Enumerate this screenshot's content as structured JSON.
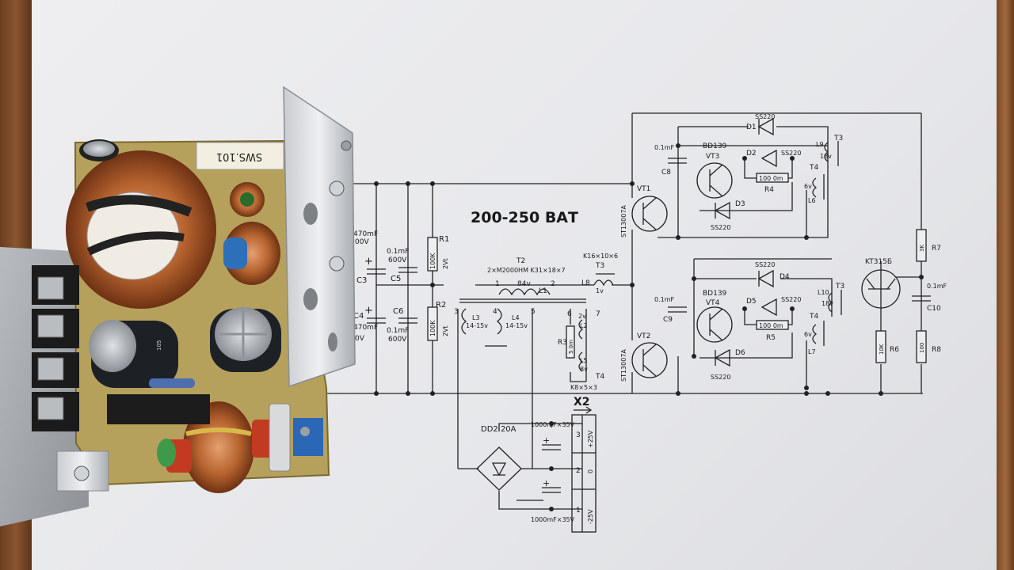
{
  "title": "200-250 ВАТ",
  "components": {
    "C3": {
      "ref": "C3",
      "value": "470mF",
      "voltage": "00V"
    },
    "C4": {
      "ref": "C4",
      "value": "470mF",
      "voltage": "0V"
    },
    "C5": {
      "ref": "C5",
      "value": "0.1mF",
      "voltage": "600V"
    },
    "C6": {
      "ref": "C6",
      "value": "0.1mF",
      "voltage": "600V"
    },
    "R1": {
      "ref": "R1",
      "value": "100K",
      "power": "2Vt"
    },
    "R2": {
      "ref": "R2",
      "value": "100K",
      "power": "2Vt"
    },
    "T2": {
      "ref": "T2",
      "spec": "2×M2000HM K31×18×7",
      "pin1": "1",
      "pin2": "2",
      "pin3": "3",
      "pin4": "4",
      "pin5": "5",
      "L1": "L1",
      "L1v": "84v",
      "L3": "L3",
      "L3v": "14-15v",
      "L4": "L4",
      "L4v": "14-15v"
    },
    "T3": {
      "ref": "T3",
      "spec": "K16×10×6",
      "L8": "L8",
      "L8v": "1v"
    },
    "T4": {
      "ref": "T4",
      "spec": "K8×5×3",
      "pin6": "6",
      "pin7": "7",
      "L2": "L2",
      "L2v": "2v",
      "L5": "L5",
      "L5v": "8v"
    },
    "R3": {
      "ref": "R3",
      "value": "5 0m"
    },
    "VT1": {
      "ref": "VT1",
      "part": "ST13007A"
    },
    "VT2": {
      "ref": "VT2",
      "part": "ST13007A"
    },
    "VT3": {
      "ref": "VT3",
      "part": "BD139"
    },
    "VT4": {
      "ref": "VT4",
      "part": "BD139"
    },
    "VT5": {
      "part": "KT315Б"
    },
    "C8": {
      "ref": "C8",
      "value": "0.1mF"
    },
    "C9": {
      "ref": "C9",
      "value": "0.1mF"
    },
    "C10": {
      "ref": "C10",
      "value": "0.1mF"
    },
    "D1": {
      "ref": "D1",
      "part": "SS220"
    },
    "D2": {
      "ref": "D2",
      "part": "SS220"
    },
    "D3": {
      "ref": "D3",
      "part": "SS220"
    },
    "D4": {
      "ref": "D4",
      "part": "SS220"
    },
    "D5": {
      "ref": "D5",
      "part": "SS220"
    },
    "D6": {
      "ref": "D6",
      "part": "SS220"
    },
    "R4": {
      "ref": "R4",
      "value": "100 0m"
    },
    "R5": {
      "ref": "R5",
      "value": "100 0m"
    },
    "R6": {
      "ref": "R6",
      "value": "10K"
    },
    "R7": {
      "ref": "R7",
      "value": "3K"
    },
    "R8": {
      "ref": "R8",
      "value": "100"
    },
    "T3top": {
      "ref": "T3",
      "L9": "L9",
      "L9v": "18v"
    },
    "T4top": {
      "ref": "T4",
      "L6": "L6",
      "L6v": "6v"
    },
    "T3bot": {
      "ref": "T3",
      "L10": "L10",
      "L10v": "18v"
    },
    "T4bot": {
      "ref": "T4",
      "L7": "L7",
      "L7v": "6v"
    },
    "DD2": {
      "label": "DD2 20A"
    },
    "Cout1": {
      "value": "1000mF×35V"
    },
    "Cout2": {
      "value": "1000mF×35V"
    },
    "X2": {
      "ref": "X2",
      "pin3": "3",
      "pin3label": "+25V",
      "pin2": "2",
      "pin2label": "0",
      "pin1": "1",
      "pin1label": "-25V"
    },
    "pcb_label": "SWS.101",
    "cap_label": "105"
  }
}
